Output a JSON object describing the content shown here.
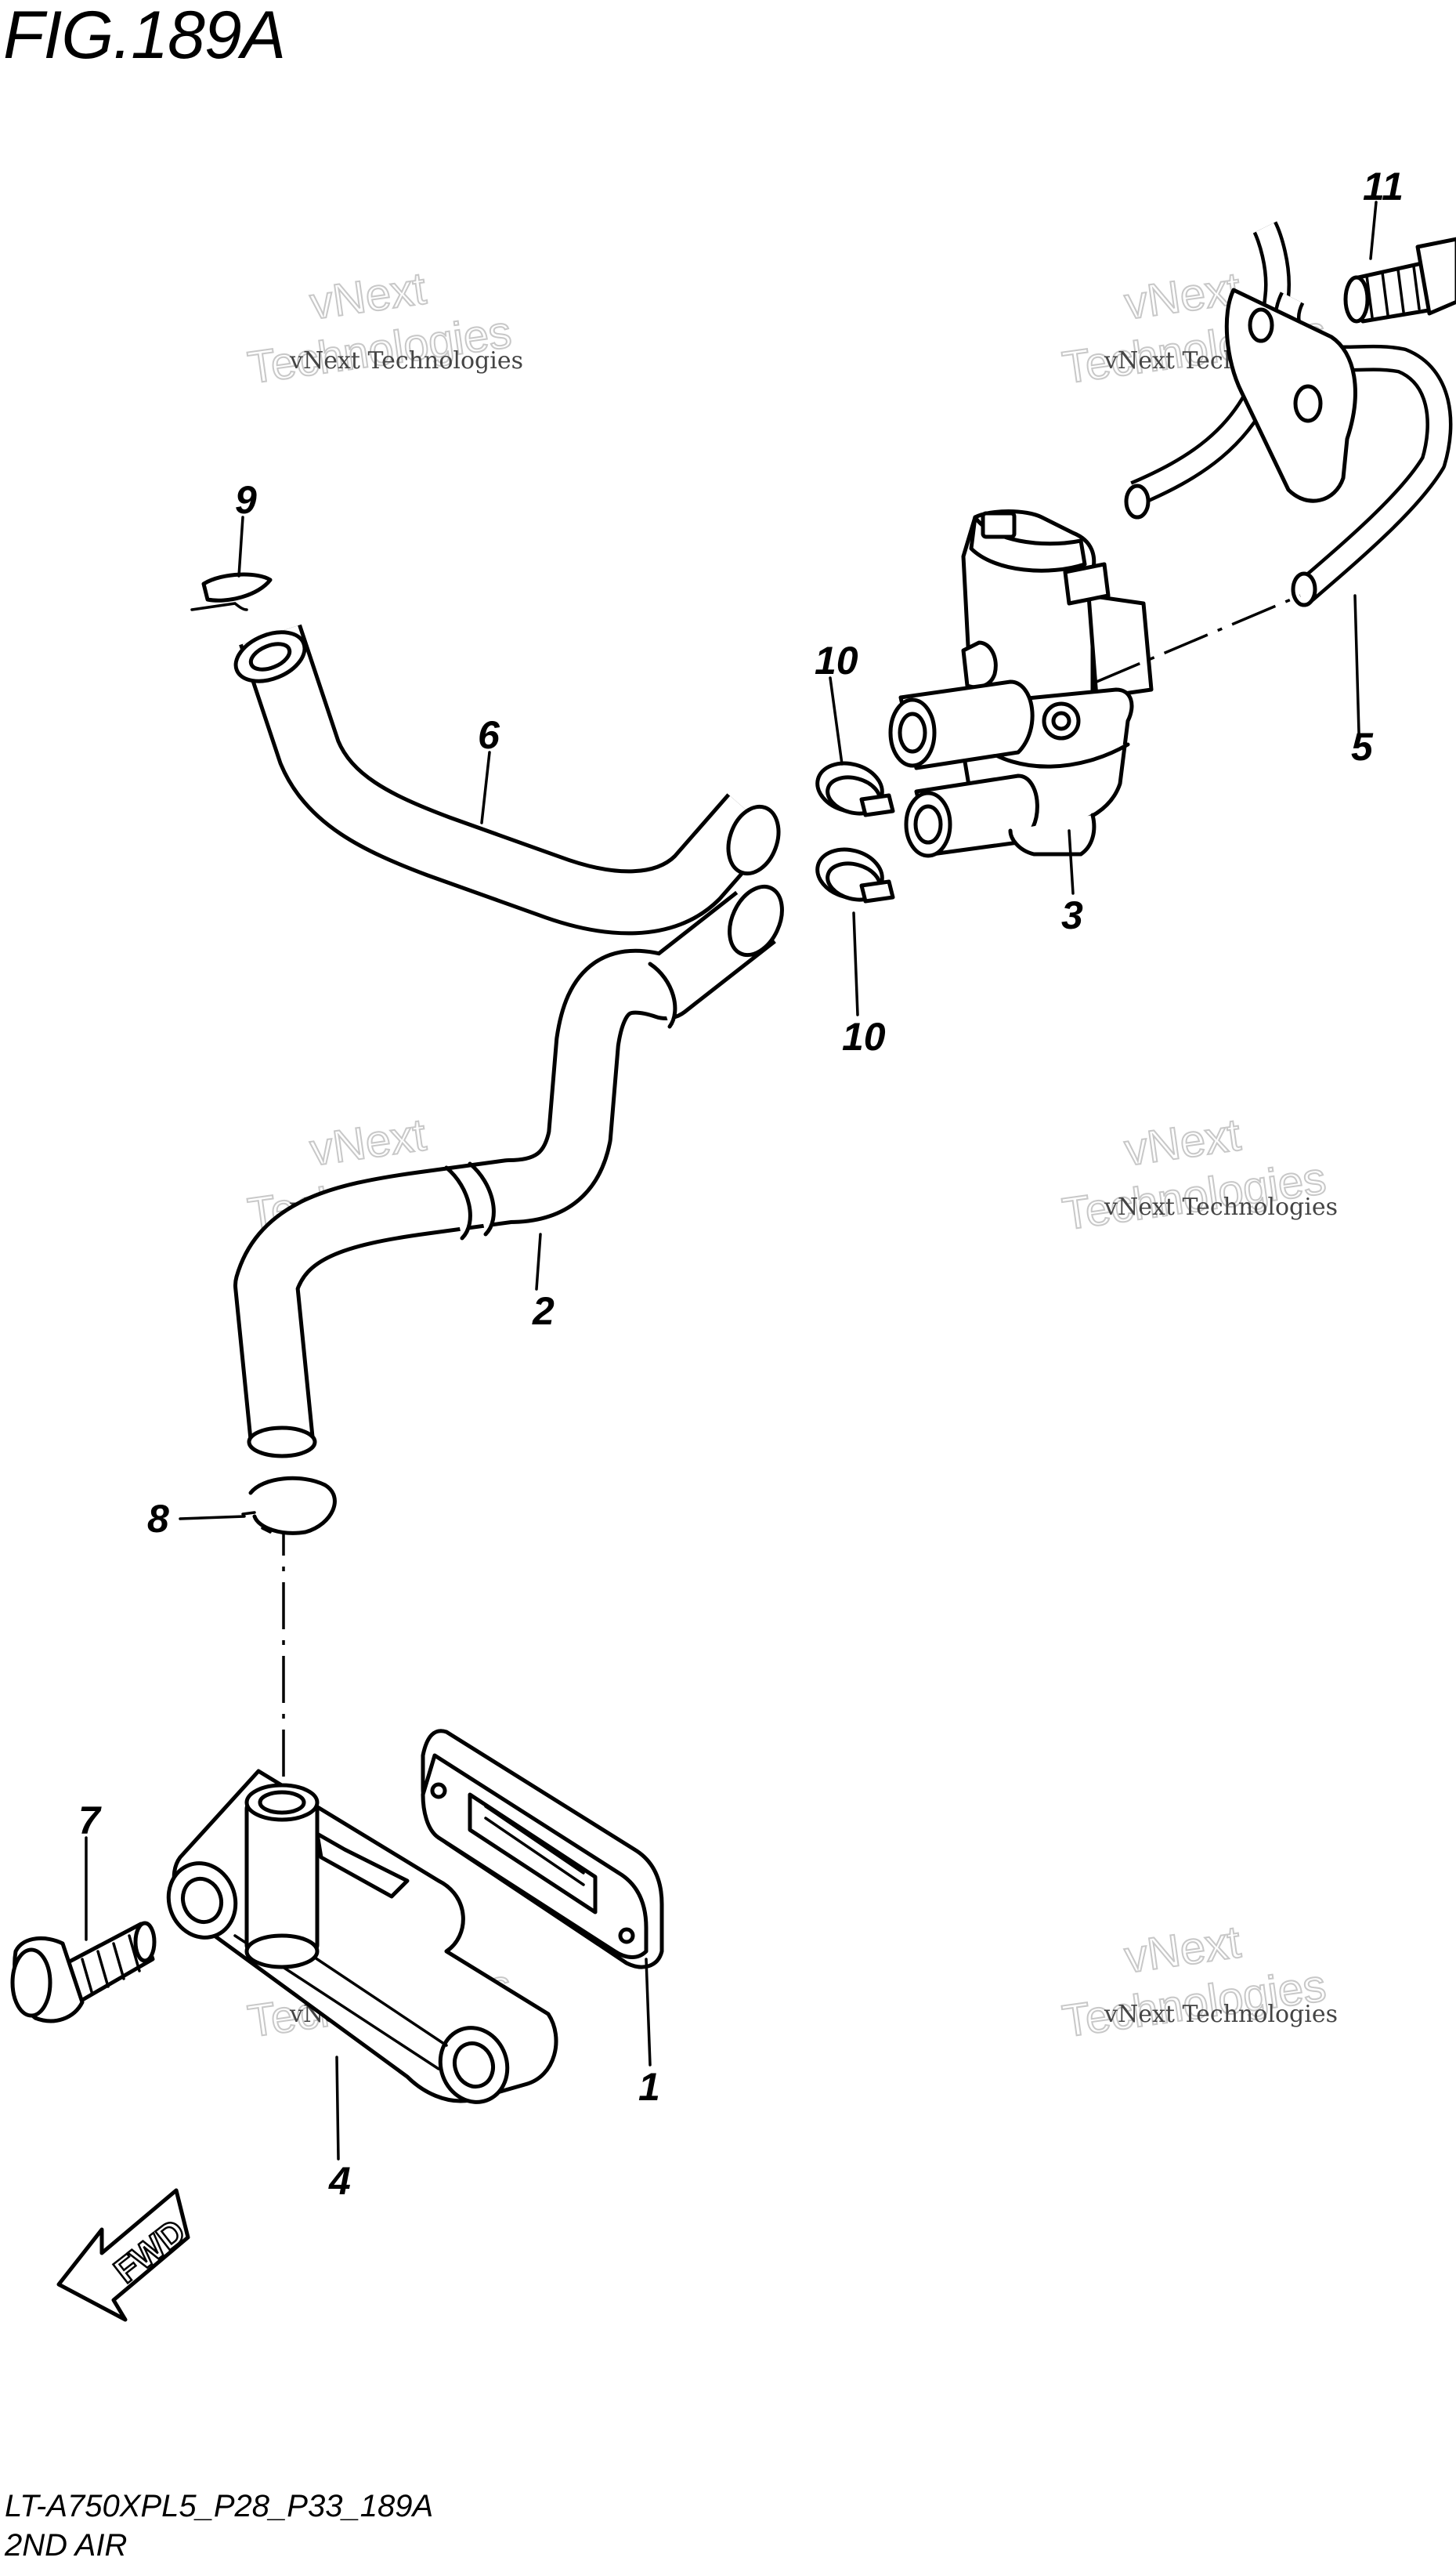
{
  "figure": {
    "title": "FIG.189A",
    "model_code": "LT-A750XPL5_P28_P33_189A",
    "section_name": "2ND AIR"
  },
  "callouts": {
    "c1": "1",
    "c2": "2",
    "c3": "3",
    "c4": "4",
    "c5": "5",
    "c6": "6",
    "c7": "7",
    "c8": "8",
    "c9": "9",
    "c10a": "10",
    "c10b": "10",
    "c11": "11"
  },
  "fwd_label": "FWD",
  "watermark": {
    "small": "vNext Technologies",
    "line1": "vNext",
    "line2": "Technologies"
  }
}
